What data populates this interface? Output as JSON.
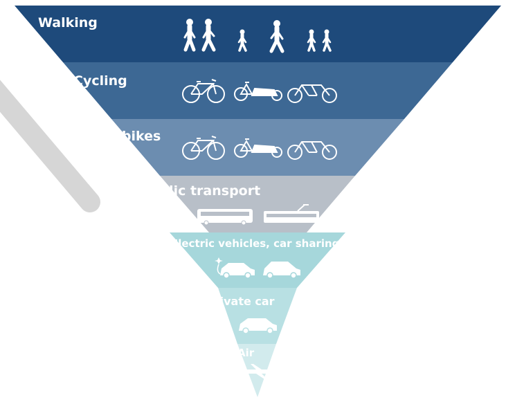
{
  "pyramid": {
    "levels": [
      {
        "label": "Walking",
        "color": "#1e4a7b",
        "icons": [
          "walking-pedestrians-icon"
        ]
      },
      {
        "label": "Cycling",
        "color": "#3d6894",
        "icons": [
          "bicycle-icon",
          "cargo-bike-icon",
          "tandem-bike-icon"
        ]
      },
      {
        "label": "E-bikes",
        "color": "#6c8db0",
        "icons": [
          "bicycle-icon",
          "cargo-bike-icon",
          "tandem-bike-icon"
        ]
      },
      {
        "label": "Public transport",
        "color": "#b8bfc8",
        "icons": [
          "bus-icon",
          "tram-icon"
        ]
      },
      {
        "label": "Electric vehicles, car sharing",
        "color": "#a6d7db",
        "icons": [
          "electric-car-icon",
          "shared-car-icon"
        ]
      },
      {
        "label": "Private car",
        "color": "#b8e0e3",
        "icons": [
          "car-icon"
        ]
      },
      {
        "label": "Air",
        "color": "#d2ebed",
        "icons": [
          "airplane-icon"
        ]
      }
    ]
  }
}
